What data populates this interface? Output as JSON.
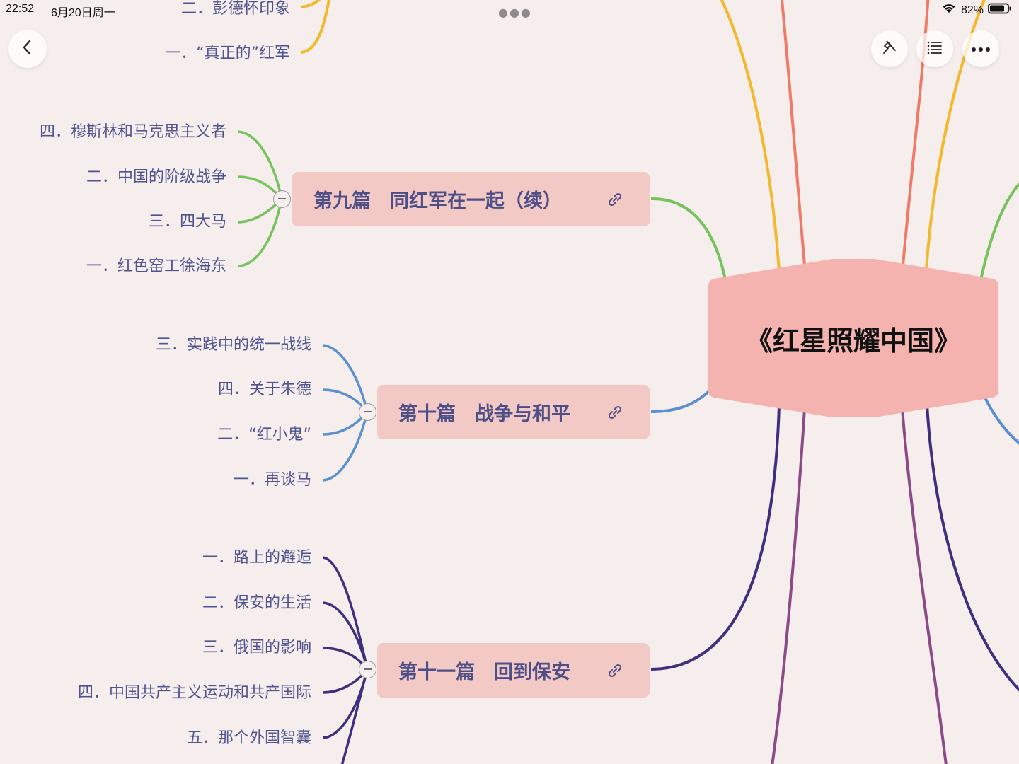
{
  "status": {
    "time": "22:52",
    "date": "6月20日周一",
    "battery": "82%"
  },
  "toolbar": {
    "back_icon": "chevron-left-icon",
    "pin_icon": "pin-icon",
    "outline_icon": "list-icon",
    "more_icon": "ellipsis-icon"
  },
  "colors": {
    "background": "#f6eeec",
    "topic_fill": "#f2c9c4",
    "root_fill": "#f4b3ae",
    "yellow": "#f3b82c",
    "red": "#ef7a68",
    "green": "#76c35d",
    "blue": "#5a90d0",
    "indigo": "#3f2f7f",
    "plum": "#8c4a88"
  },
  "mindmap": {
    "root": "《红星照耀中国》",
    "top_subtopics": [
      "二．彭德怀印象",
      "一．“真正的”红军"
    ],
    "branches": [
      {
        "title": "第九篇　同红军在一起（续）",
        "items": [
          "四．穆斯林和马克思主义者",
          "二．中国的阶级战争",
          "三．四大马",
          "一．红色窑工徐海东"
        ]
      },
      {
        "title": "第十篇　战争与和平",
        "items": [
          "三．实践中的统一战线",
          "四．关于朱德",
          "二．“红小鬼”",
          "一．再谈马"
        ]
      },
      {
        "title": "第十一篇　回到保安",
        "items": [
          "一．路上的邂逅",
          "二．保安的生活",
          "三．俄国的影响",
          "四．中国共产主义运动和共产国际",
          "五．那个外国智囊"
        ]
      }
    ]
  }
}
